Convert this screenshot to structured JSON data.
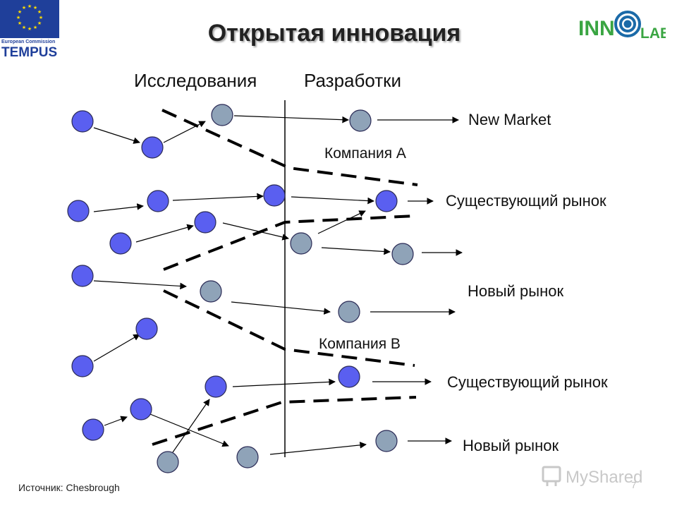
{
  "title": "Открытая инновация",
  "header_research": "Исследования",
  "header_development": "Разработки",
  "logos": {
    "eu_caption_small": "European Commission",
    "eu_caption_large": "TEMPUS",
    "innolab_left": "INN",
    "innolab_right": "LAB",
    "watermark": "MyShared"
  },
  "companies": {
    "a": "Компания A",
    "b": "Компания B"
  },
  "markets": {
    "new_market": "New Market",
    "existing_1": "Существующий рынок",
    "new_1": "Новый рынок",
    "existing_2": "Существующий рынок",
    "new_2": "Новый рынок"
  },
  "source": "Источник: Chesbrough",
  "page_number": "7",
  "colors": {
    "internal_node": "#5a5ff0",
    "external_node": "#8fa3b8",
    "node_stroke": "#2a2a55",
    "title": "#222222",
    "eu_blue": "#1f3f9a",
    "eu_stars": "#ffdd00",
    "innolab_green": "#3aa542",
    "innolab_blue": "#1b6aa8"
  }
}
